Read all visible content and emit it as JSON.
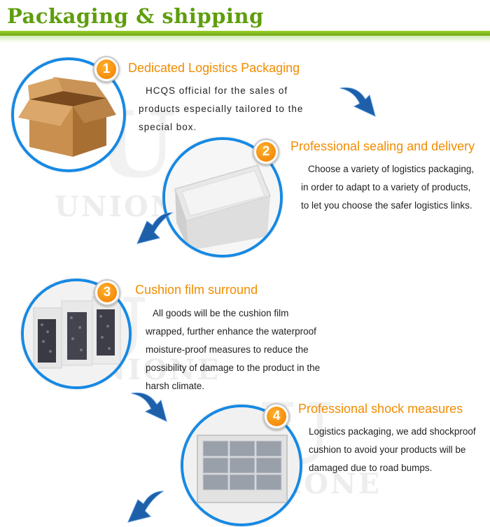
{
  "header": {
    "title": "Packaging & shipping"
  },
  "watermark": {
    "text": "UNIONE",
    "letter": "U"
  },
  "steps": [
    {
      "number": "1",
      "title": "Dedicated Logistics Packaging",
      "desc": [
        "HCQS official for the sales of",
        "products especially tailored to the",
        "special box."
      ]
    },
    {
      "number": "2",
      "title": "Professional sealing and delivery",
      "desc": [
        "Choose a variety of logistics packaging,",
        "in order to adapt to a variety of products,",
        "to let you choose the safer logistics links."
      ]
    },
    {
      "number": "3",
      "title": "Cushion film surround",
      "desc": [
        "All goods will be the cushion film",
        "wrapped, further enhance the waterproof",
        "moisture-proof measures to reduce the",
        "possibility of damage to the product in the",
        "harsh climate."
      ]
    },
    {
      "number": "4",
      "title": "Professional shock measures",
      "desc": [
        "Logistics packaging, we add shockproof",
        "cushion to avoid your products will be",
        "damaged due to road bumps."
      ]
    }
  ],
  "icons": {
    "arrow": "curved-arrow-icon",
    "photo1": "cardboard-box-photo",
    "photo2": "foam-box-photo",
    "photo3": "bubble-wrap-photo",
    "photo4": "shockproof-packaging-photo"
  },
  "colors": {
    "accent": "#f28c00",
    "circle": "#1689e4",
    "header": "#5e9e0c",
    "arrow": "#1d5fa8"
  }
}
